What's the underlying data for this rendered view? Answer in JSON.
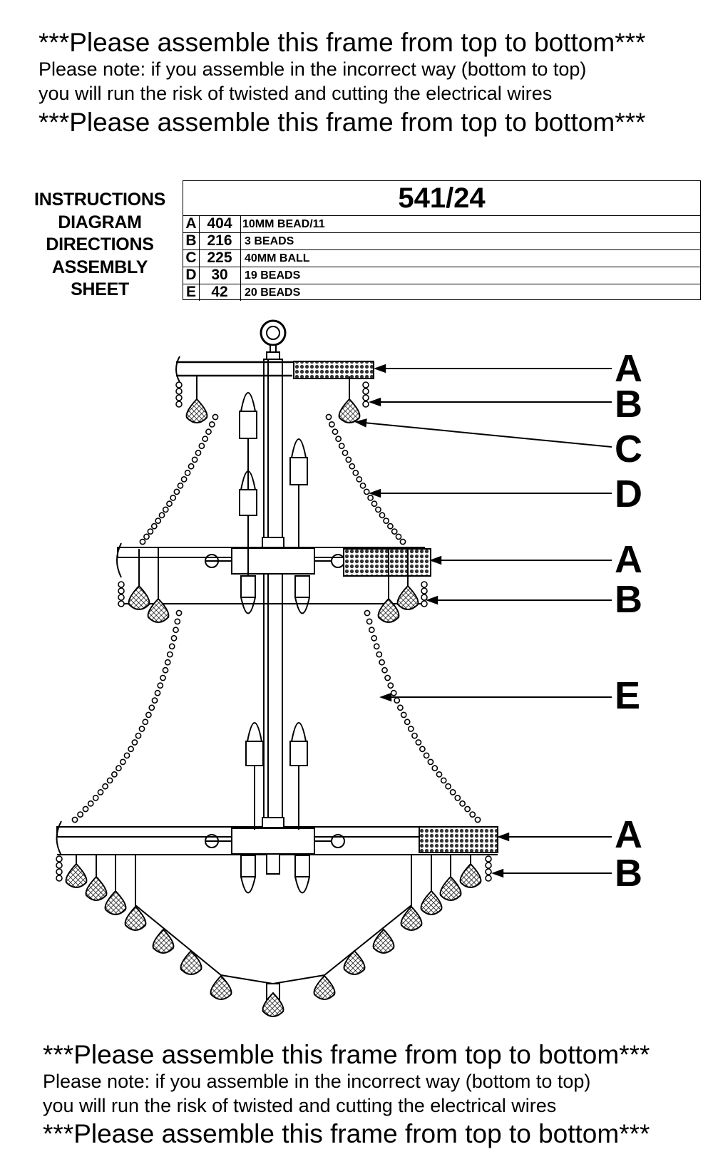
{
  "warning_top": {
    "line1": "***Please assemble this frame from top to bottom***",
    "line2": "Please note: if you assemble in the incorrect way (bottom to top)",
    "line3": "you will run the risk of twisted and cutting the electrical wires",
    "line4": "***Please assemble this frame from top to bottom***"
  },
  "header": {
    "lines": [
      "INSTRUCTIONS",
      "DIAGRAM",
      "DIRECTIONS",
      "ASSEMBLY",
      "SHEET"
    ]
  },
  "parts_table": {
    "model": "541/24",
    "rows": [
      {
        "code": "A",
        "qty": "404",
        "desc": "10MM BEAD/11"
      },
      {
        "code": "B",
        "qty": "216",
        "desc": "3 BEADS"
      },
      {
        "code": "C",
        "qty": "225",
        "desc": "40MM BALL"
      },
      {
        "code": "D",
        "qty": "30",
        "desc": "19 BEADS"
      },
      {
        "code": "E",
        "qty": "42",
        "desc": "20 BEADS"
      }
    ]
  },
  "callouts": [
    "A",
    "B",
    "C",
    "D",
    "A",
    "B",
    "E",
    "A",
    "B"
  ],
  "warning_bottom": {
    "line1": "***Please assemble this frame from top to bottom***",
    "line2": "Please note: if you assemble in the incorrect way (bottom to top)",
    "line3": "you will run the risk of twisted and cutting the electrical wires",
    "line4": "***Please assemble this frame from top to bottom***"
  }
}
